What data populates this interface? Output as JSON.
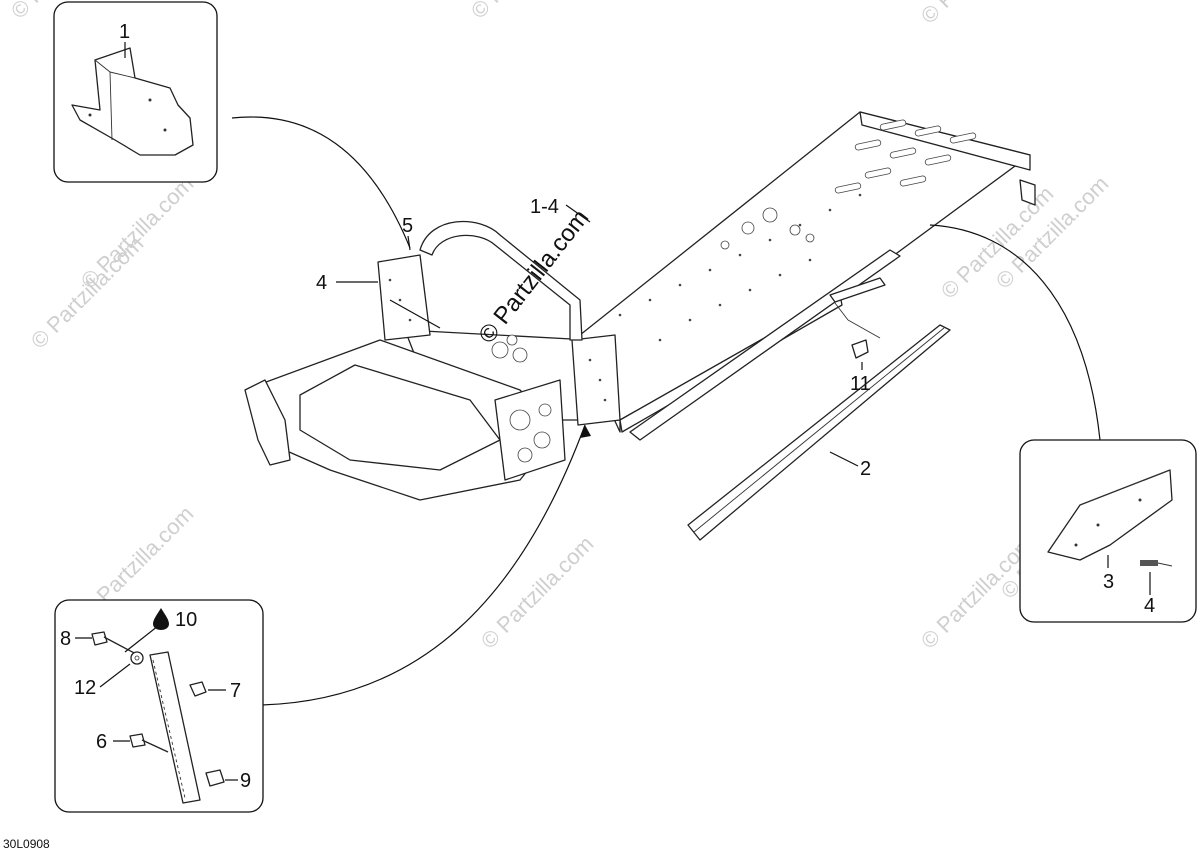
{
  "diagram": {
    "reference_code": "30L0908",
    "watermark_text": "© Partzilla.com",
    "center_watermark": "© Partzilla.com",
    "callouts": {
      "c1": "1",
      "c1_4": "1-4",
      "c2": "2",
      "c3": "3",
      "c4_main": "4",
      "c4_detail": "4",
      "c5": "5",
      "c6": "6",
      "c7": "7",
      "c8": "8",
      "c9": "9",
      "c10": "10",
      "c11": "11",
      "c12": "12"
    },
    "icons": {
      "oil_drop": "oil-drop-icon"
    }
  }
}
